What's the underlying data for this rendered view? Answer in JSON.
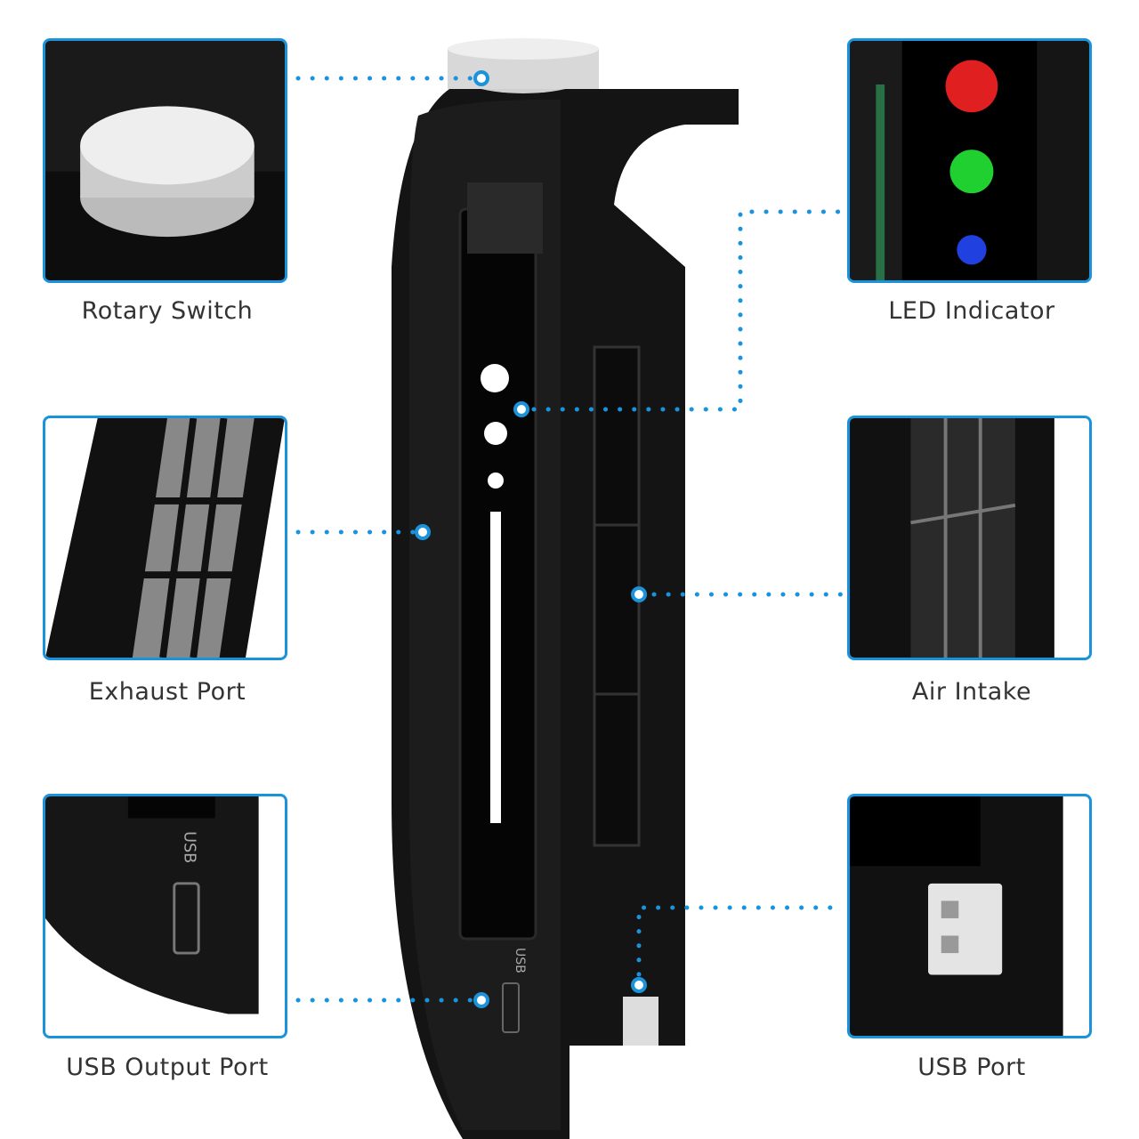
{
  "callouts": [
    {
      "label": "Rotary Switch"
    },
    {
      "label": "LED Indicator"
    },
    {
      "label": "Exhaust Port"
    },
    {
      "label": "Air Intake"
    },
    {
      "label": "USB Output Port"
    },
    {
      "label": "USB Port"
    }
  ],
  "device": {
    "usb_text": "USB"
  },
  "colors": {
    "accent": "#1b93dc",
    "led_red": "#e02020",
    "led_green": "#20d030",
    "led_blue": "#2040e0"
  }
}
